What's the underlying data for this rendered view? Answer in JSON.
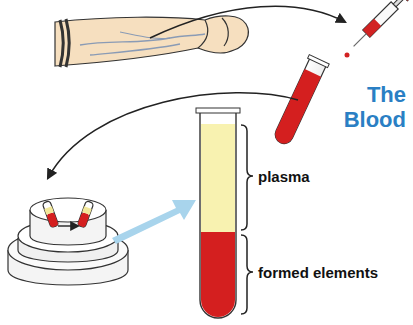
{
  "diagram": {
    "title": "The Blood",
    "labels": [
      "plasma",
      "formed elements"
    ]
  }
}
